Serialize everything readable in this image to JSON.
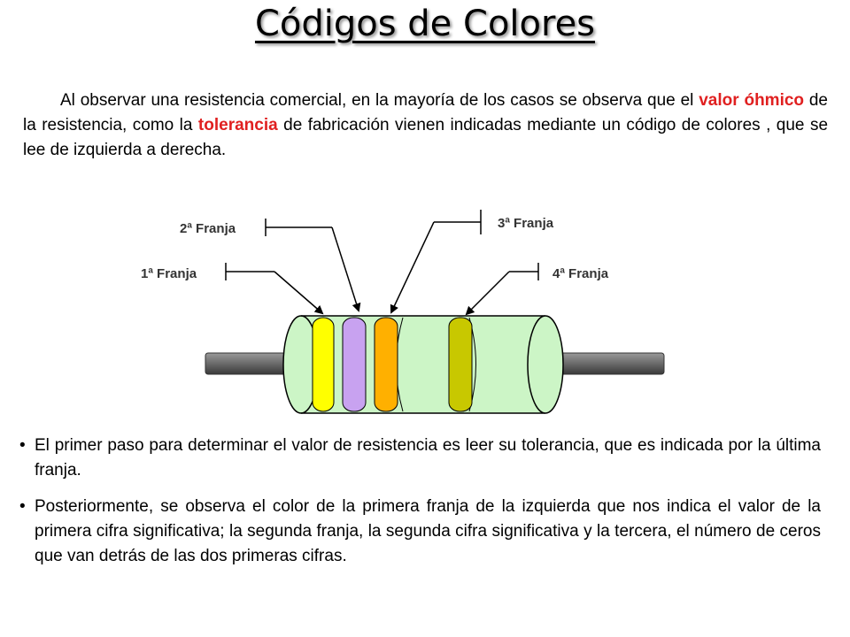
{
  "title": "Códigos de Colores",
  "intro": {
    "part1": "Al observar una resistencia comercial, en la mayoría de los casos se observa que el ",
    "highlight1": "valor óhmico",
    "part2": " de la resistencia, como la ",
    "highlight2": "tolerancia",
    "part3": " de fabricación vienen indicadas mediante un código de colores , que se lee de izquierda a derecha."
  },
  "labels": {
    "band1": "1ª Franja",
    "band2": "2ª Franja",
    "band3": "3ª Franja",
    "band4": "4ª Franja"
  },
  "colors": {
    "highlight": "#e02020",
    "resistor_body": "#ccf5c6",
    "band1": "#ffff00",
    "band2": "#c8a2f0",
    "band3": "#ffb000",
    "band4": "#c8c800",
    "lead": "#7a7a7a"
  },
  "bullets": [
    "El primer paso para determinar el valor de resistencia es leer  su tolerancia, que es indicada por la última franja.",
    "Posteriormente, se observa el color de la primera franja de la izquierda que nos indica el valor de la primera cifra significativa; la segunda franja, la segunda cifra significativa y la tercera, el número de ceros que van detrás de las dos primeras cifras."
  ]
}
